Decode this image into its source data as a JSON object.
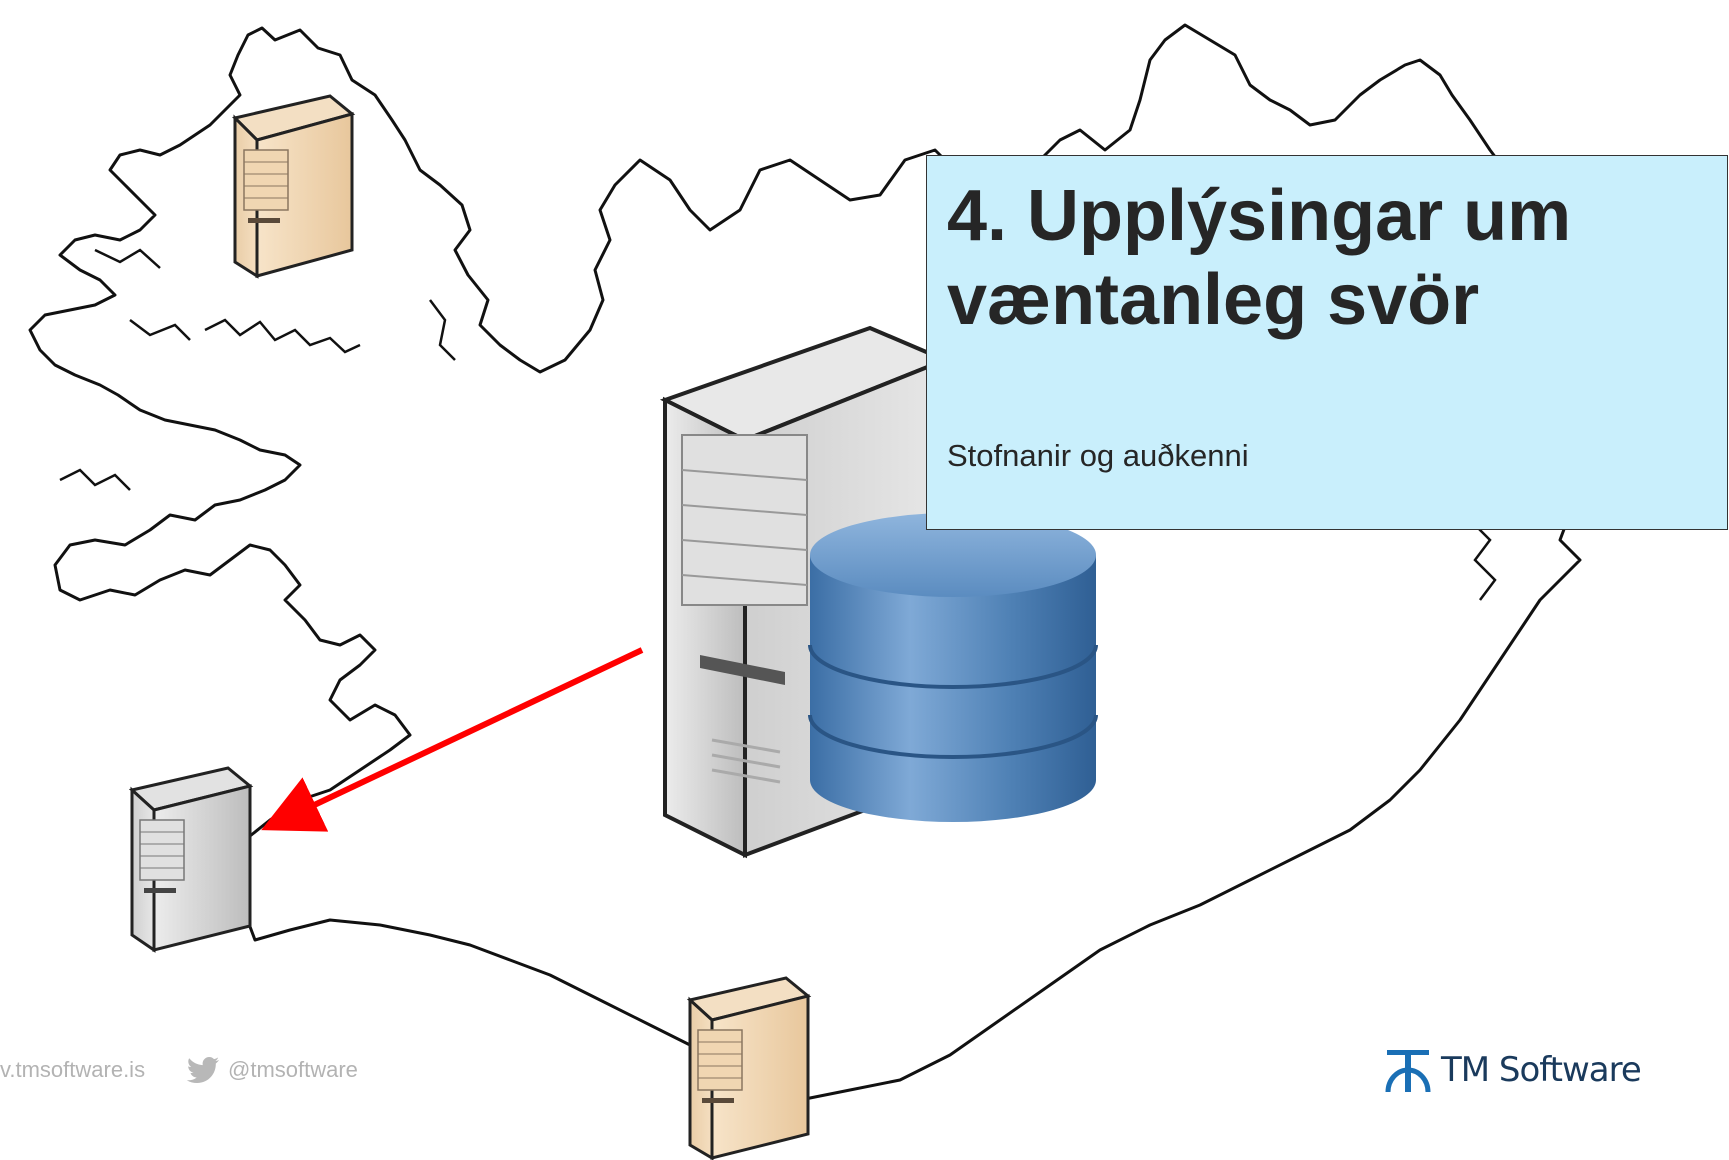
{
  "slide": {
    "title": "4. Upplýsingar um væntanleg svör",
    "subtitle": "Stofnanir og auðkenni"
  },
  "footer": {
    "website": "v.tmsoftware.is",
    "twitter": "@tmsoftware",
    "brand": "TM Software"
  },
  "colors": {
    "title_box": "#c9effc",
    "arrow": "#ff0000",
    "server_beige": "#f3d9b5",
    "server_gray": "#d9d9d9",
    "database_blue": "#4f81b5",
    "brand_blue": "#1a6fb5"
  },
  "icons": [
    "server-icon",
    "database-icon",
    "twitter-bird-icon",
    "tm-software-logo-icon"
  ]
}
